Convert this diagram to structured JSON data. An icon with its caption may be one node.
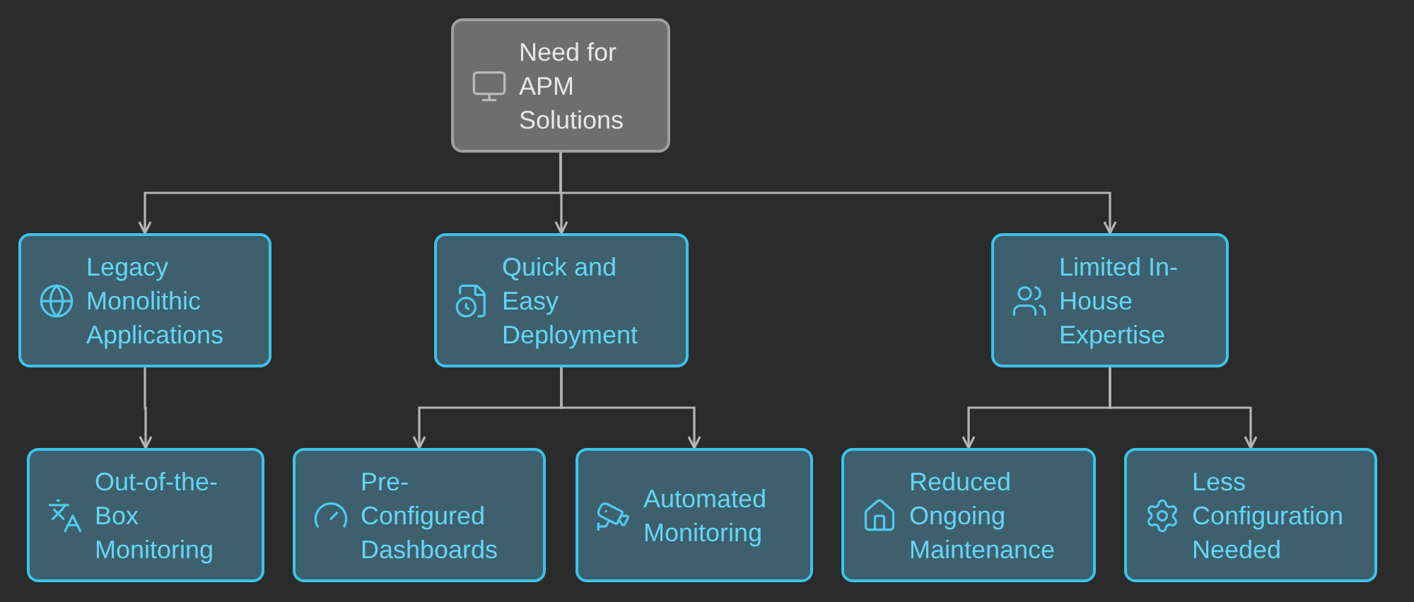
{
  "diagram": {
    "nodes": [
      {
        "text": [
          "Need for APM Solutions"
        ]
      },
      {
        "text": [
          "Legacy Monolithic Applications"
        ]
      },
      {
        "text": [
          "Quick and Easy Deployment"
        ]
      },
      {
        "text": [
          "Limited In-House Expertise"
        ]
      },
      {
        "text": [
          "Out-of-the-Box Monitoring"
        ]
      },
      {
        "text": [
          "Pre-Configured Dashboards"
        ]
      },
      {
        "text": [
          "Automated Monitoring"
        ]
      },
      {
        "text": [
          "Reduced Ongoing Maintenance"
        ]
      },
      {
        "text": [
          "Less Configuration Needed"
        ]
      }
    ],
    "edges": [
      {
        "from": 0,
        "to": 1,
        "arrow": "to"
      },
      {
        "from": 0,
        "to": 2,
        "arrow": "to"
      },
      {
        "from": 0,
        "to": 3,
        "arrow": "to"
      },
      {
        "from": 1,
        "to": 4,
        "arrow": "to"
      },
      {
        "from": 2,
        "to": 5,
        "arrow": "to"
      },
      {
        "from": 2,
        "to": 6,
        "arrow": "to"
      },
      {
        "from": 3,
        "to": 7,
        "arrow": "to"
      },
      {
        "from": 3,
        "to": 8,
        "arrow": "to"
      }
    ]
  }
}
